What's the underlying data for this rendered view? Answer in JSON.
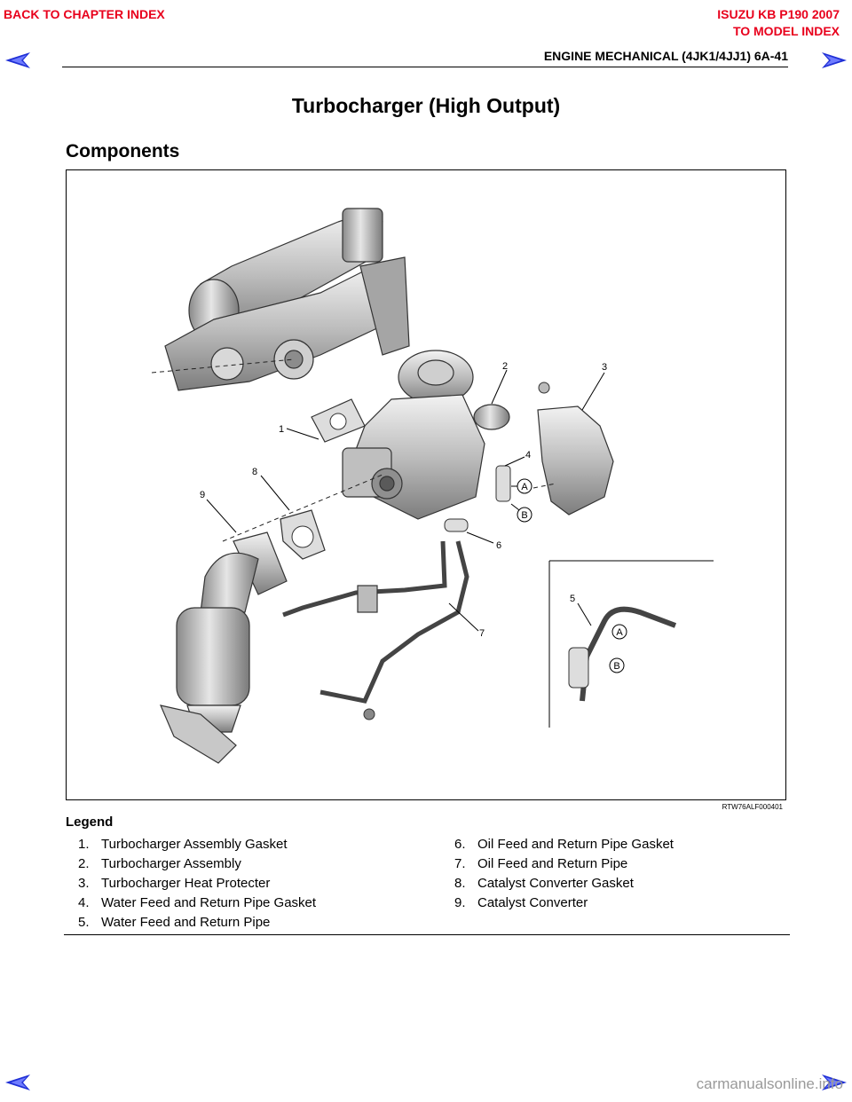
{
  "nav": {
    "back_chapter": "BACK TO CHAPTER INDEX",
    "model_title": "ISUZU KB P190 2007",
    "model_index": "TO MODEL INDEX",
    "prev_icon": "left-arrow-icon",
    "next_icon": "right-arrow-icon"
  },
  "header": {
    "section": "ENGINE MECHANICAL (4JK1/4JJ1)  6A-41"
  },
  "page": {
    "title": "Turbocharger (High Output)",
    "subtitle": "Components"
  },
  "figure": {
    "code": "RTW76ALF000401",
    "callouts": [
      "1",
      "2",
      "3",
      "4",
      "5",
      "6",
      "7",
      "8",
      "9"
    ],
    "circle_labels": [
      "A",
      "B"
    ]
  },
  "legend": {
    "title": "Legend",
    "left": [
      {
        "num": "1.",
        "text": "Turbocharger Assembly Gasket"
      },
      {
        "num": "2.",
        "text": "Turbocharger Assembly"
      },
      {
        "num": "3.",
        "text": "Turbocharger Heat Protecter"
      },
      {
        "num": "4.",
        "text": "Water Feed and Return Pipe Gasket"
      },
      {
        "num": "5.",
        "text": "Water Feed and Return Pipe"
      }
    ],
    "right": [
      {
        "num": "6.",
        "text": "Oil Feed and Return Pipe Gasket"
      },
      {
        "num": "7.",
        "text": "Oil Feed and Return Pipe"
      },
      {
        "num": "8.",
        "text": "Catalyst Converter Gasket"
      },
      {
        "num": "9.",
        "text": "Catalyst Converter"
      }
    ]
  },
  "footer": {
    "watermark": "carmanualsonline.info"
  },
  "colors": {
    "nav_red": "#e8001c",
    "arrow_blue": "#1f2fd6"
  }
}
